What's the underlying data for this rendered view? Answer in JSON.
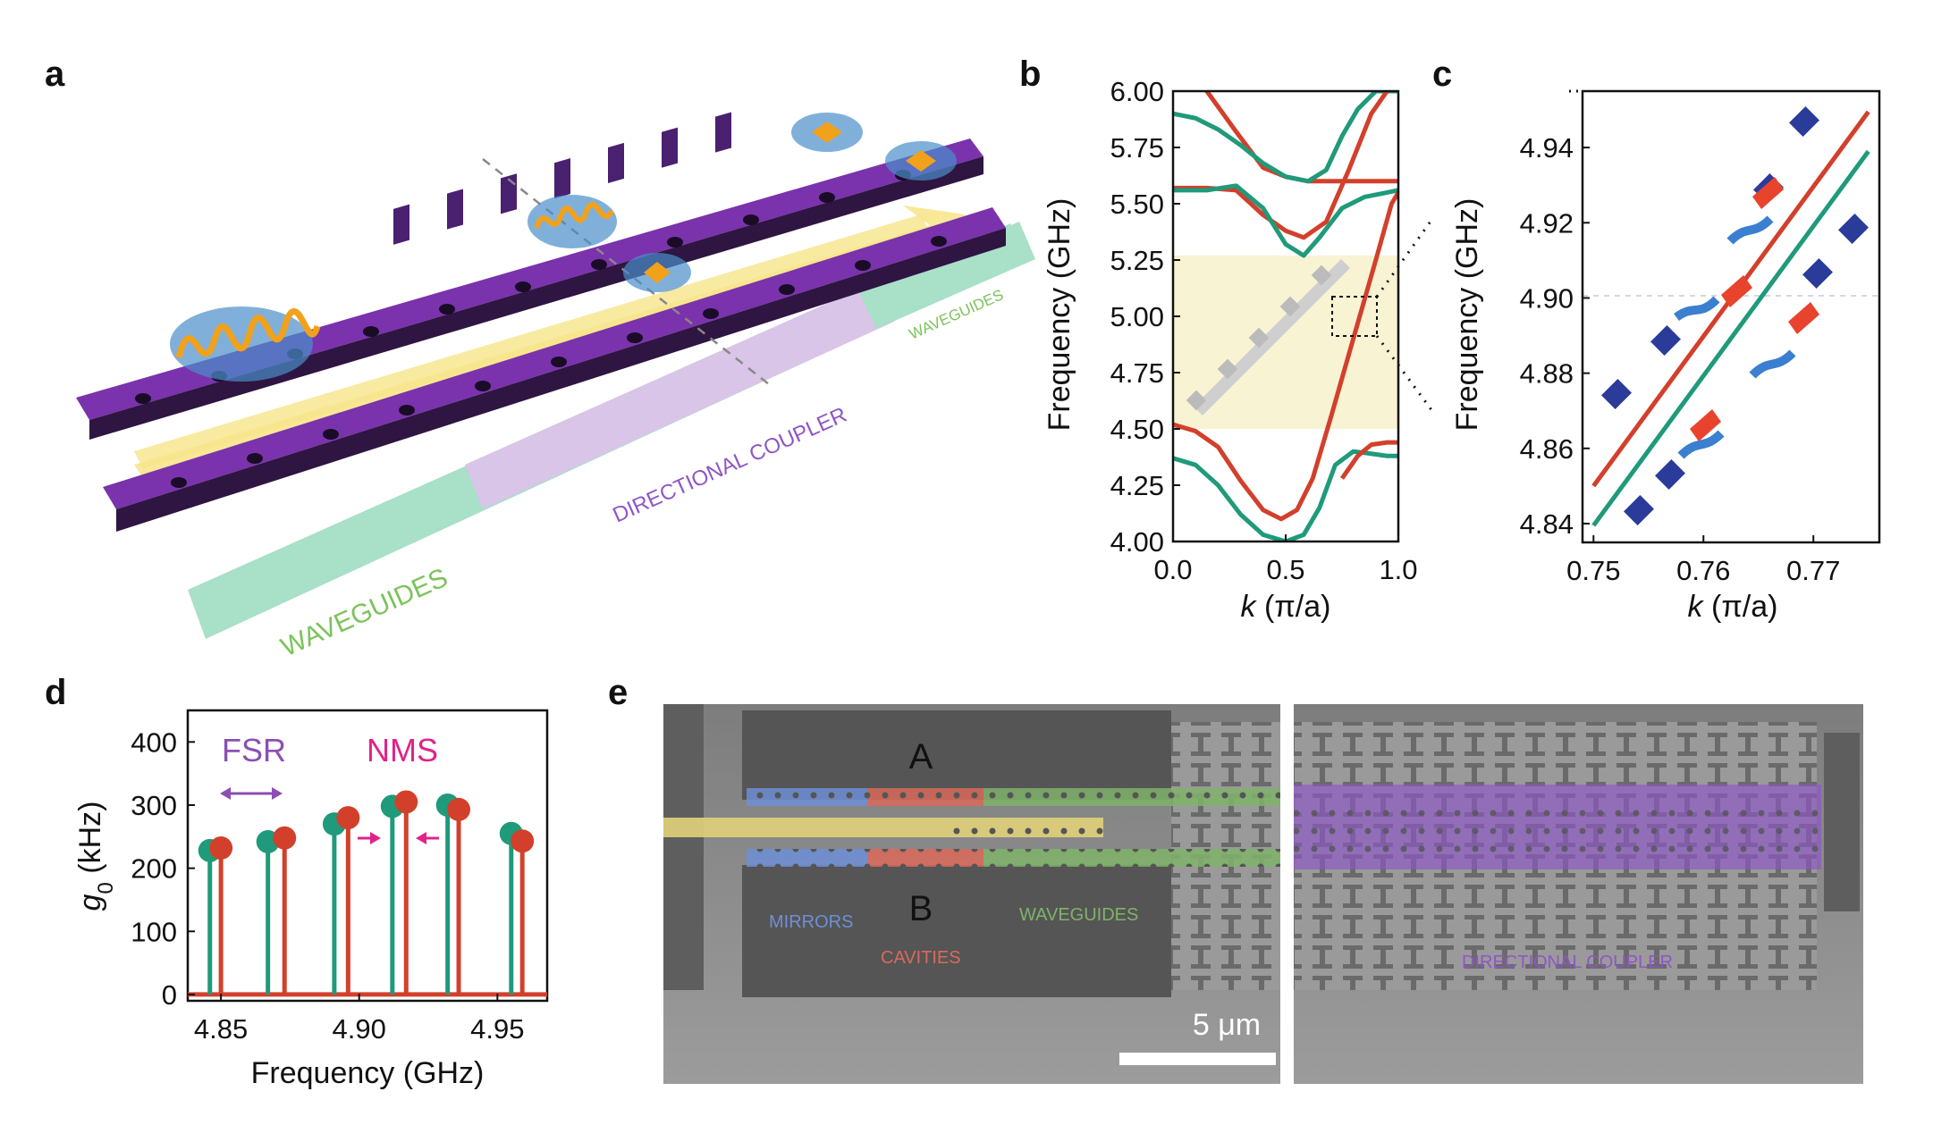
{
  "panels": {
    "a": {
      "label": "a",
      "texts": {
        "waveguides_left": "WAVEGUIDES",
        "directional_coupler": "DIRECTIONAL COUPLER",
        "waveguides_right": "WAVEGUIDES"
      },
      "colors": {
        "beam": "#6a2b9a",
        "green_band": "#9fdcc3",
        "purple_band": "#d7c3e6",
        "arrow": "#f7e58d",
        "mode": "#f2a11a"
      }
    },
    "b": {
      "label": "b"
    },
    "c": {
      "label": "c"
    },
    "d": {
      "label": "d",
      "texts": {
        "fsr": "FSR",
        "nms": "NMS"
      },
      "colors": {
        "fsr": "#8a4fb3",
        "nms": "#e0238a"
      }
    },
    "e": {
      "label": "e",
      "texts": {
        "cavity_a": "A",
        "cavity_b": "B",
        "mirrors": "MIRRORS",
        "cavities": "CAVITIES",
        "waveguides": "WAVEGUIDES",
        "directional_coupler": "DIRECTIONAL COUPLER",
        "scale_bar": "5 μm"
      },
      "colors": {
        "mirrors": "#6e8fd6",
        "cavities": "#d96a5a",
        "waveguides": "#7fb36a",
        "coupler": "#8e56c7",
        "input": "#e0d27a"
      }
    }
  },
  "chart_data": [
    {
      "panel": "b",
      "type": "line",
      "xlabel_var": "k",
      "xlabel_unit": " (π/a)",
      "ylabel": "Frequency (GHz)",
      "xlim": [
        0.0,
        1.0
      ],
      "ylim": [
        4.0,
        6.0
      ],
      "xticks": [
        "0.0",
        "0.5",
        "1.0"
      ],
      "yticks": [
        "4.00",
        "4.25",
        "4.50",
        "4.75",
        "5.00",
        "5.25",
        "5.50",
        "5.75",
        "6.00"
      ],
      "shaded_band": [
        4.5,
        5.27
      ],
      "colors": {
        "red": "#d2402c",
        "green": "#1f9a7a",
        "band": "#f7f3d3"
      },
      "series": [
        {
          "color": "red",
          "x": [
            0.15,
            0.28,
            0.4,
            0.5,
            0.6,
            0.75,
            1.0
          ],
          "y": [
            6.0,
            5.82,
            5.66,
            5.62,
            5.6,
            5.6,
            5.6
          ]
        },
        {
          "color": "green",
          "x": [
            0.0,
            0.1,
            0.2,
            0.3,
            0.4,
            0.5,
            0.6,
            0.68,
            0.75,
            0.82,
            0.9,
            0.97,
            1.0
          ],
          "y": [
            5.9,
            5.88,
            5.83,
            5.76,
            5.68,
            5.62,
            5.6,
            5.65,
            5.8,
            5.92,
            6.0,
            6.0,
            6.0
          ]
        },
        {
          "color": "red",
          "x": [
            0.0,
            0.15,
            0.28,
            0.4,
            0.5,
            0.58,
            0.68,
            0.78,
            0.88,
            0.95
          ],
          "y": [
            5.57,
            5.57,
            5.56,
            5.45,
            5.38,
            5.35,
            5.42,
            5.65,
            5.9,
            6.0
          ]
        },
        {
          "color": "green",
          "x": [
            0.0,
            0.15,
            0.28,
            0.4,
            0.5,
            0.58,
            0.65,
            0.75,
            0.85,
            0.95,
            1.0
          ],
          "y": [
            5.56,
            5.56,
            5.58,
            5.48,
            5.32,
            5.27,
            5.35,
            5.48,
            5.53,
            5.55,
            5.56
          ]
        },
        {
          "color": "red",
          "x": [
            0.0,
            0.1,
            0.2,
            0.3,
            0.4,
            0.48,
            0.55,
            0.62,
            0.7,
            0.8,
            0.9,
            0.97,
            1.0
          ],
          "y": [
            4.52,
            4.49,
            4.42,
            4.27,
            4.14,
            4.1,
            4.14,
            4.28,
            4.55,
            4.9,
            5.25,
            5.5,
            5.55
          ]
        },
        {
          "color": "green",
          "x": [
            0.0,
            0.1,
            0.2,
            0.3,
            0.4,
            0.5,
            0.58,
            0.65,
            0.72,
            0.8,
            0.88,
            0.95,
            1.0
          ],
          "y": [
            4.37,
            4.34,
            4.25,
            4.12,
            4.03,
            4.0,
            4.03,
            4.15,
            4.34,
            4.4,
            4.39,
            4.38,
            4.38
          ]
        },
        {
          "color": "red",
          "x": [
            0.75,
            0.82,
            0.88,
            0.95,
            1.0
          ],
          "y": [
            4.28,
            4.38,
            4.43,
            4.44,
            4.44
          ]
        }
      ]
    },
    {
      "panel": "c",
      "type": "line",
      "xlabel_var": "k",
      "xlabel_unit": " (π/a)",
      "ylabel": "Frequency (GHz)",
      "xlim": [
        0.749,
        0.776
      ],
      "ylim": [
        4.835,
        4.955
      ],
      "xticks": [
        "0.75",
        "0.76",
        "0.77"
      ],
      "xtick_values": [
        0.75,
        0.76,
        0.77
      ],
      "yticks": [
        "4.84",
        "4.86",
        "4.88",
        "4.90",
        "4.92",
        "4.94"
      ],
      "ytick_values": [
        4.84,
        4.86,
        4.88,
        4.9,
        4.92,
        4.94
      ],
      "series": [
        {
          "color": "red",
          "x": [
            0.75,
            0.775
          ],
          "y": [
            4.85,
            4.9495
          ]
        },
        {
          "color": "green",
          "x": [
            0.75,
            0.775
          ],
          "y": [
            4.8395,
            4.939
          ]
        }
      ]
    },
    {
      "panel": "d",
      "type": "scatter",
      "xlabel": "Frequency (GHz)",
      "ylabel_var": "g",
      "ylabel_sub": "0",
      "ylabel_unit": " (kHz)",
      "xlim": [
        4.838,
        4.968
      ],
      "ylim": [
        -10,
        450
      ],
      "xticks": [
        "4.85",
        "4.90",
        "4.95"
      ],
      "xtick_values": [
        4.85,
        4.9,
        4.95
      ],
      "yticks": [
        "0",
        "100",
        "200",
        "300",
        "400"
      ],
      "ytick_values": [
        0,
        100,
        200,
        300,
        400
      ],
      "series": [
        {
          "color": "green",
          "x": [
            4.846,
            4.867,
            4.891,
            4.912,
            4.932,
            4.955
          ],
          "y": [
            228,
            242,
            270,
            298,
            300,
            255
          ]
        },
        {
          "color": "red",
          "x": [
            4.85,
            4.873,
            4.896,
            4.917,
            4.936,
            4.959
          ],
          "y": [
            232,
            248,
            280,
            305,
            293,
            243
          ]
        }
      ]
    }
  ]
}
